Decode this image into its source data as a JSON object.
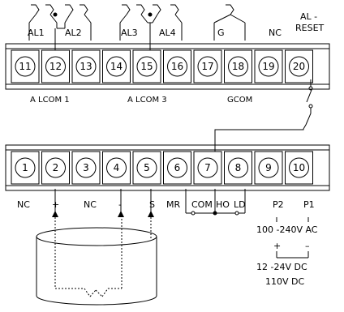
{
  "top_block": {
    "terminals": [
      "11",
      "12",
      "13",
      "14",
      "15",
      "16",
      "17",
      "18",
      "19",
      "20"
    ],
    "labels": {
      "al1": "AL1",
      "al2": "AL2",
      "al3": "AL3",
      "al4": "AL4",
      "g": "G",
      "nc": "NC",
      "al_reset_1": "AL -",
      "al_reset_2": "RESET"
    },
    "commons": {
      "alcom1": "A LCOM 1",
      "alcom3": "A LCOM 3",
      "gcom": "GCOM"
    }
  },
  "bottom_block": {
    "terminals": [
      "1",
      "2",
      "3",
      "4",
      "5",
      "6",
      "7",
      "8",
      "9",
      "10"
    ],
    "labels": {
      "t1": "NC",
      "t2": "+",
      "t3": "NC",
      "t4": "-",
      "t5": "S",
      "mr": "MR",
      "com": "COM",
      "hold": "HO",
      "hold2": "LD",
      "p2": "P2",
      "p1": "P1"
    }
  },
  "power": {
    "ac": "100 -240V  AC",
    "plus": "+",
    "minus": "–",
    "dc1": "12 -24V  DC",
    "dc2": "110V  DC"
  }
}
